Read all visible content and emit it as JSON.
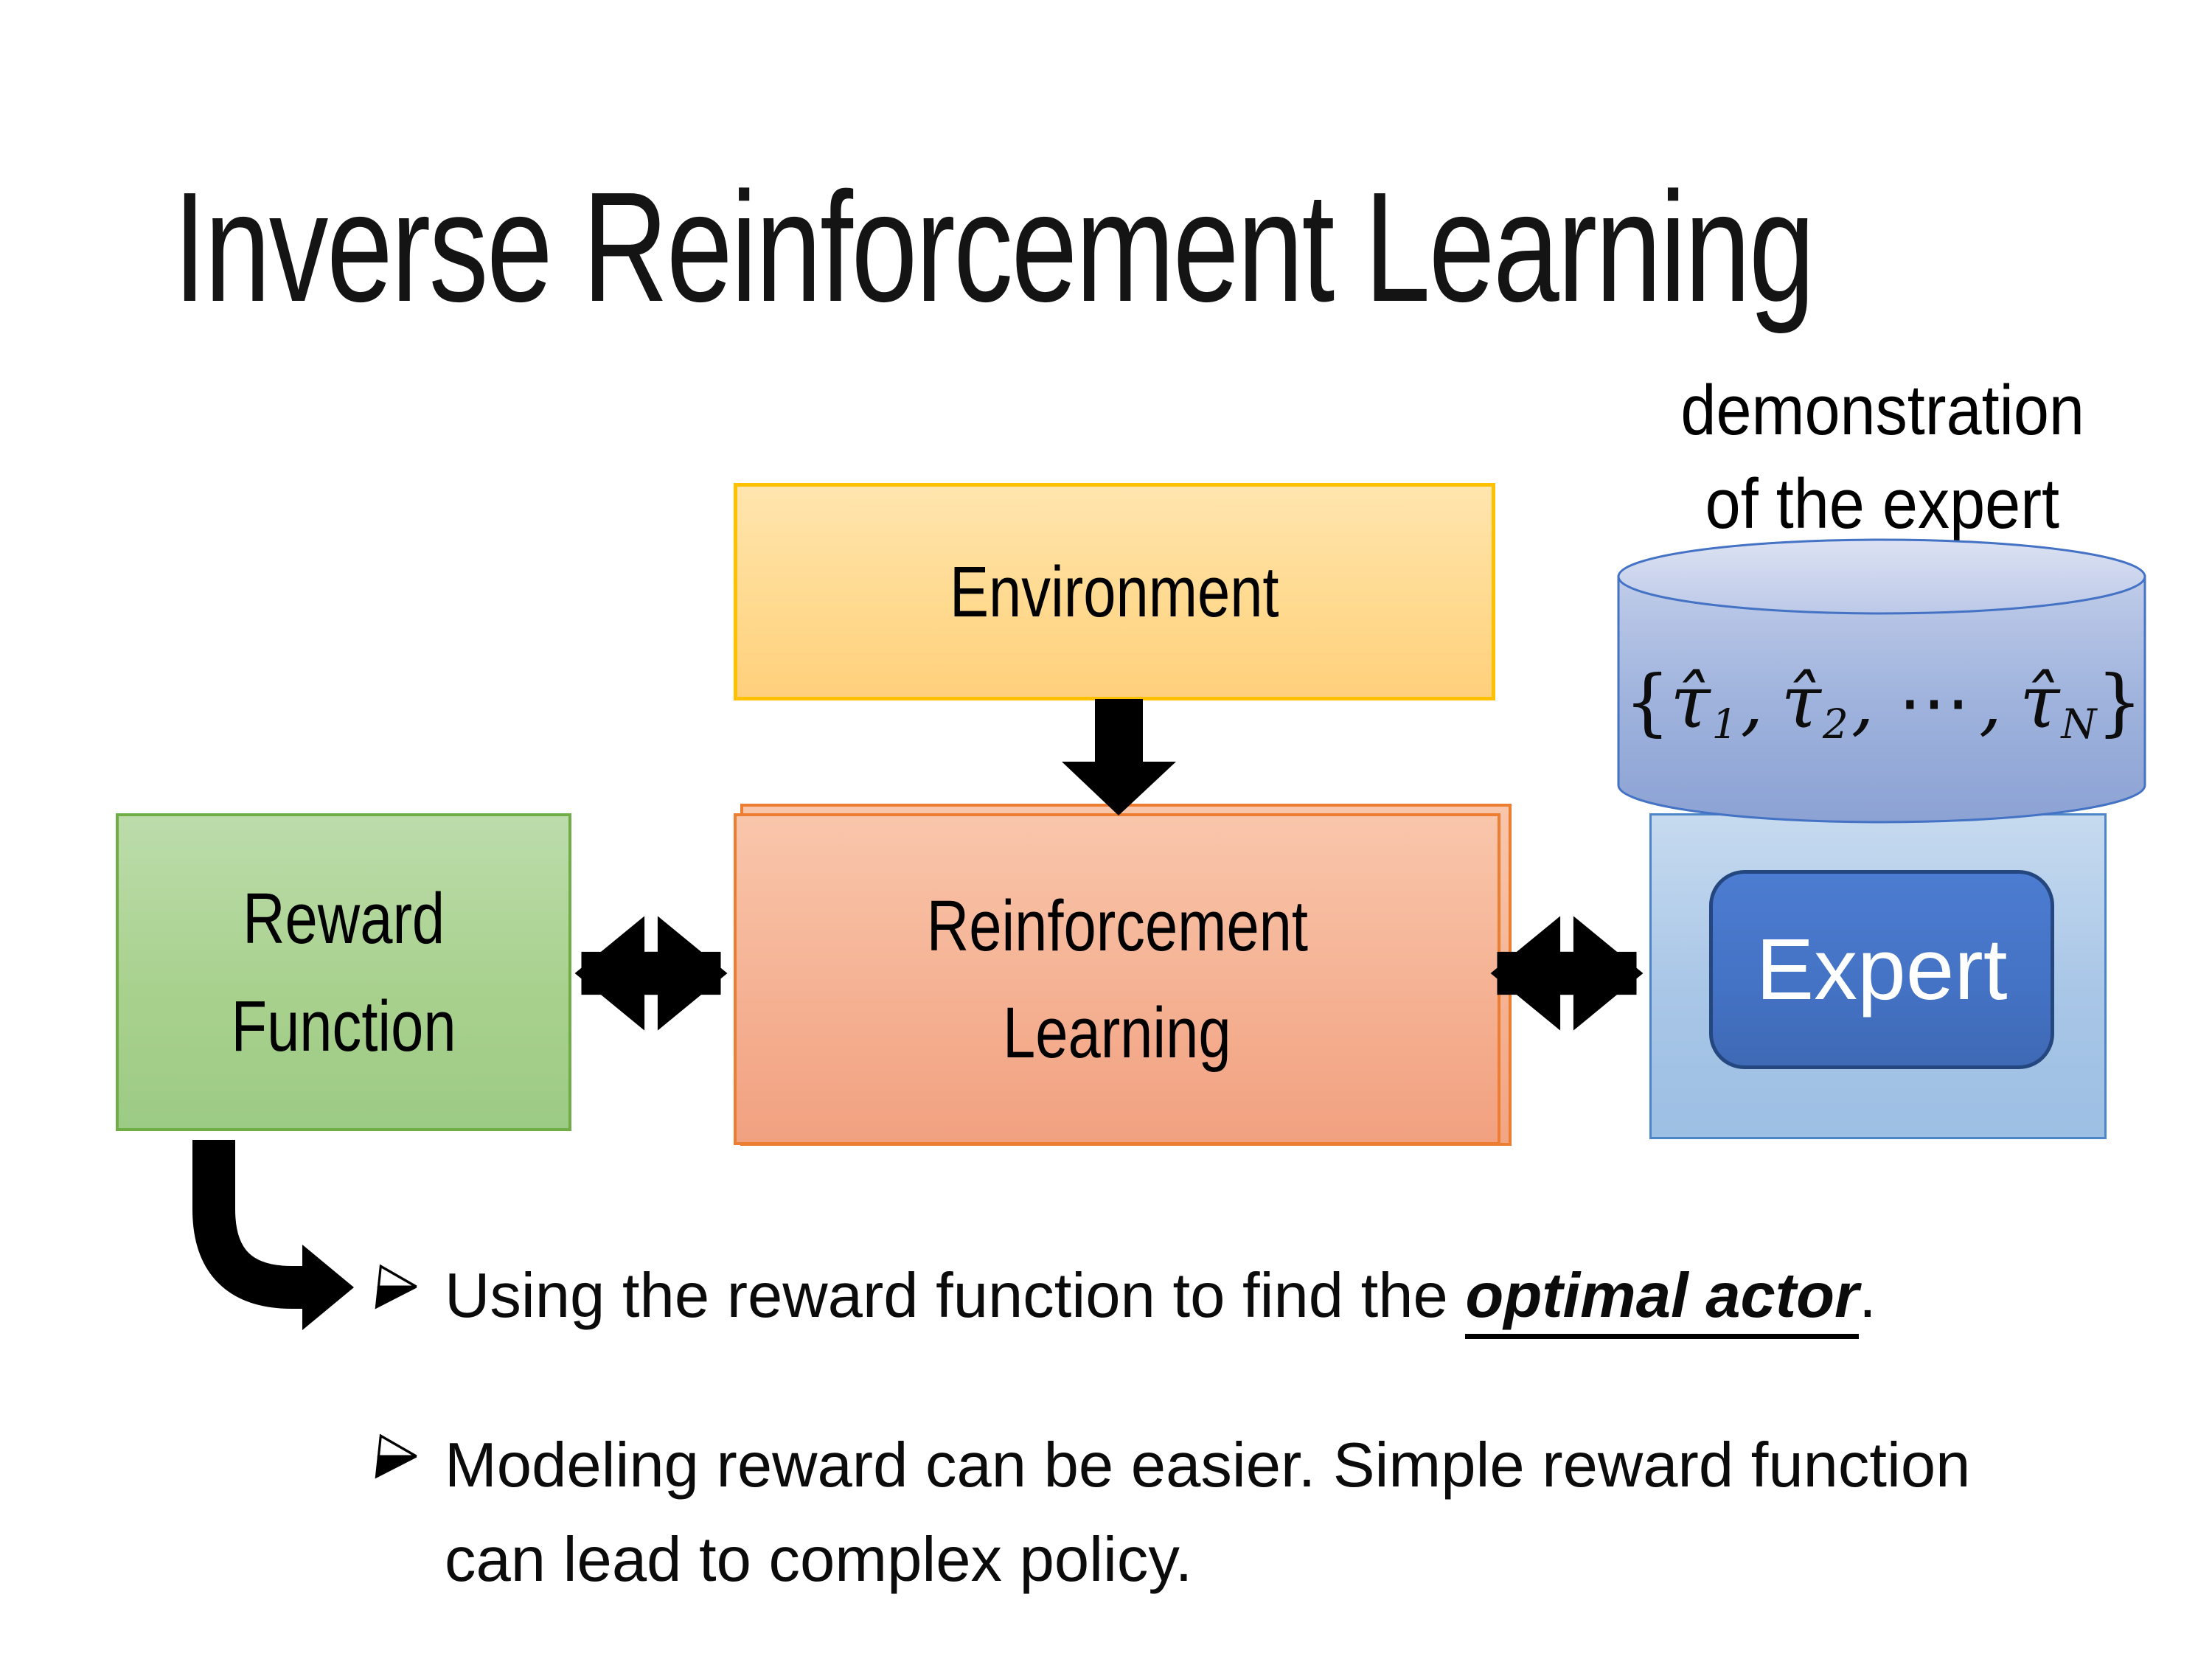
{
  "title": "Inverse Reinforcement Learning",
  "annotation": {
    "line1": "demonstration",
    "line2": "of the expert"
  },
  "nodes": {
    "environment": {
      "label": "Environment"
    },
    "reward_function": {
      "label_line1": "Reward",
      "label_line2": "Function"
    },
    "reinforcement_learning": {
      "label_line1": "Reinforcement",
      "label_line2": "Learning"
    },
    "expert": {
      "label": "Expert"
    },
    "demonstration_set": {
      "open_brace": "{",
      "tau_hat": "τ̂",
      "sub_1": "1",
      "sub_2": "2",
      "sub_n": "N",
      "comma": ",",
      "cdots": "⋯",
      "close_brace": "}"
    }
  },
  "bullets": {
    "item1": {
      "text_before": "Using the reward function to find the ",
      "text_emphasis": "optimal actor",
      "text_after": "."
    },
    "item2": {
      "text": "Modeling reward can be easier. Simple reward function can lead to complex policy."
    }
  },
  "colors": {
    "environment_fill": "#FFD98B",
    "environment_border": "#FFC000",
    "reinforcement_fill": "#F5B193",
    "reinforcement_border": "#ED7D31",
    "reward_fill": "#A9D18E",
    "reward_border": "#70AD47",
    "expert_panel_fill": "#A9C6E7",
    "expert_panel_border": "#4D86C8",
    "expert_fill": "#4472C4",
    "expert_border": "#24477F",
    "cylinder_fill": "#9FB3DD",
    "cylinder_border": "#4472C4",
    "arrow_color": "#000000",
    "text_color": "#000000"
  }
}
